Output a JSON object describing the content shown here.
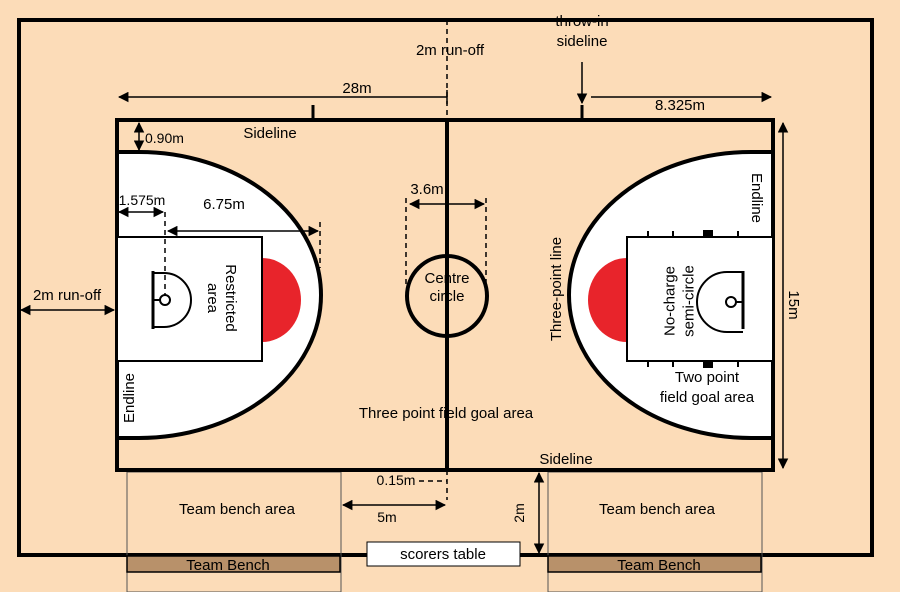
{
  "colors": {
    "background": "#fcdcb8",
    "key_area": "#ffffff",
    "restricted_semicircle": "#e8242b",
    "bench": "#b8916a",
    "line": "#000000"
  },
  "labels": {
    "runoff_top": "2m run-off",
    "throwin_sideline": "throw-in\nsideline",
    "length": "28m",
    "offset_8325": "8.325m",
    "dist_090": "0.90m",
    "sideline_top": "Sideline",
    "centre_diameter": "3.6m",
    "dist_1575": "1.575m",
    "three_pt_radius": "6.75m",
    "restricted_area": "Restricted\narea",
    "centre_circle": "Centre\ncircle",
    "three_point_line": "Three-point line",
    "no_charge": "No-charge\nsemi-circle",
    "endline_right": "Endline",
    "width": "15m",
    "runoff_left": "2m run-off",
    "endline_left": "Endline",
    "two_point_area": "Two point\nfield goal area",
    "three_point_area": "Three point field goal area",
    "sideline_bottom": "Sideline",
    "dist_015": "0.15m",
    "dist_5m": "5m",
    "dist_2m": "2m",
    "team_bench_area_left": "Team bench area",
    "team_bench_area_right": "Team bench area",
    "scorers_table": "scorers table",
    "team_bench_left": "Team Bench",
    "team_bench_right": "Team Bench"
  }
}
